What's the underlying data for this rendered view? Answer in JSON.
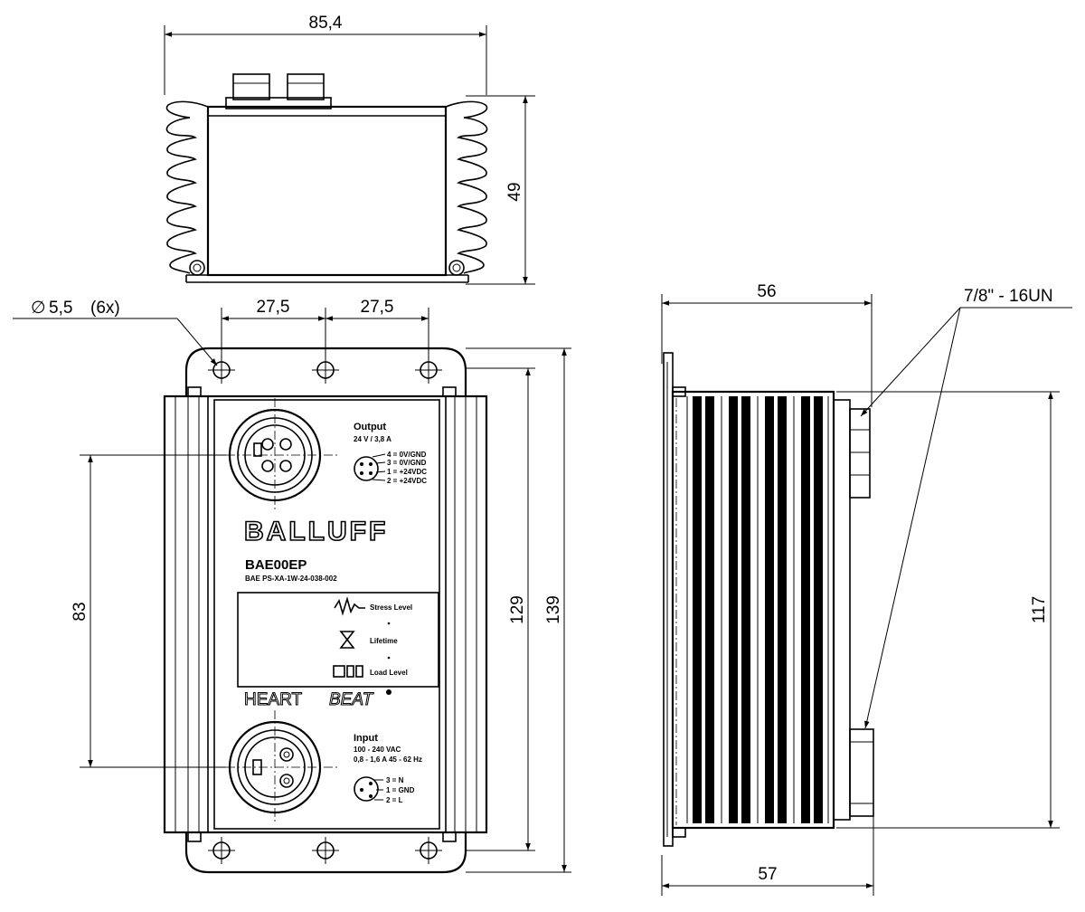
{
  "dimensions": {
    "top_width": "85,4",
    "top_height": "49",
    "hole_diameter": "5,5",
    "hole_count": "(6x)",
    "hole_spacing_left": "27,5",
    "hole_spacing_right": "27,5",
    "connector_spacing": "83",
    "body_height": "129",
    "overall_height": "139",
    "side_depth": "56",
    "side_base_depth": "57",
    "side_height": "117",
    "thread_spec": "7/8\" - 16UN"
  },
  "device": {
    "brand": "BALLUFF",
    "model": "BAE00EP",
    "part_number": "BAE PS-XA-1W-24-038-002",
    "output": {
      "title": "Output",
      "rating": "24 V / 3,8 A",
      "pins": [
        "4 = 0V/GND",
        "3 = 0V/GND",
        "1 = +24VDC",
        "2 = +24VDC"
      ]
    },
    "status": {
      "stress": "Stress Level",
      "lifetime": "Lifetime",
      "load": "Load Level"
    },
    "heartbeat": {
      "heart": "HEART",
      "beat": "BEAT"
    },
    "input": {
      "title": "Input",
      "voltage": "100 - 240 VAC",
      "current": "0,8 - 1,6 A   45 - 62 Hz",
      "pins": [
        "3 = N",
        "1 = GND",
        "2 = L"
      ]
    }
  }
}
